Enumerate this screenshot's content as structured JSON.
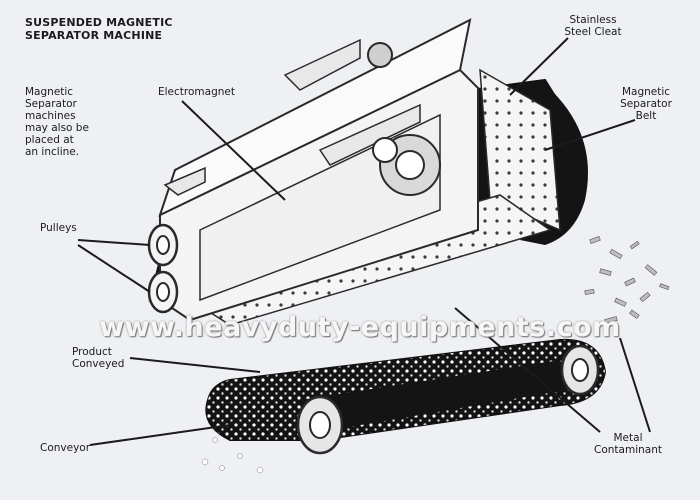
{
  "title": "SUSPENDED MAGNETIC\nSEPARATOR MACHINE",
  "note": "Magnetic\nSeparator\nmachines\nmay also be\nplaced at\nan incline.",
  "labels": {
    "electromagnet": "Electromagnet",
    "stainless_cleat": "Stainless\nSteel Cleat",
    "separator_belt": "Magnetic\nSeparator\nBelt",
    "pulleys": "Pulleys",
    "product_conveyed": "Product\nConveyed",
    "conveyor": "Conveyor",
    "metal_contaminant": "Metal\nContaminant"
  },
  "watermark": "www.heavyduty-equipments.com",
  "colors": {
    "background": "#eef0f3",
    "steel": "#f4f4f4",
    "belt": "#141414",
    "outline": "#2a2a2a"
  }
}
